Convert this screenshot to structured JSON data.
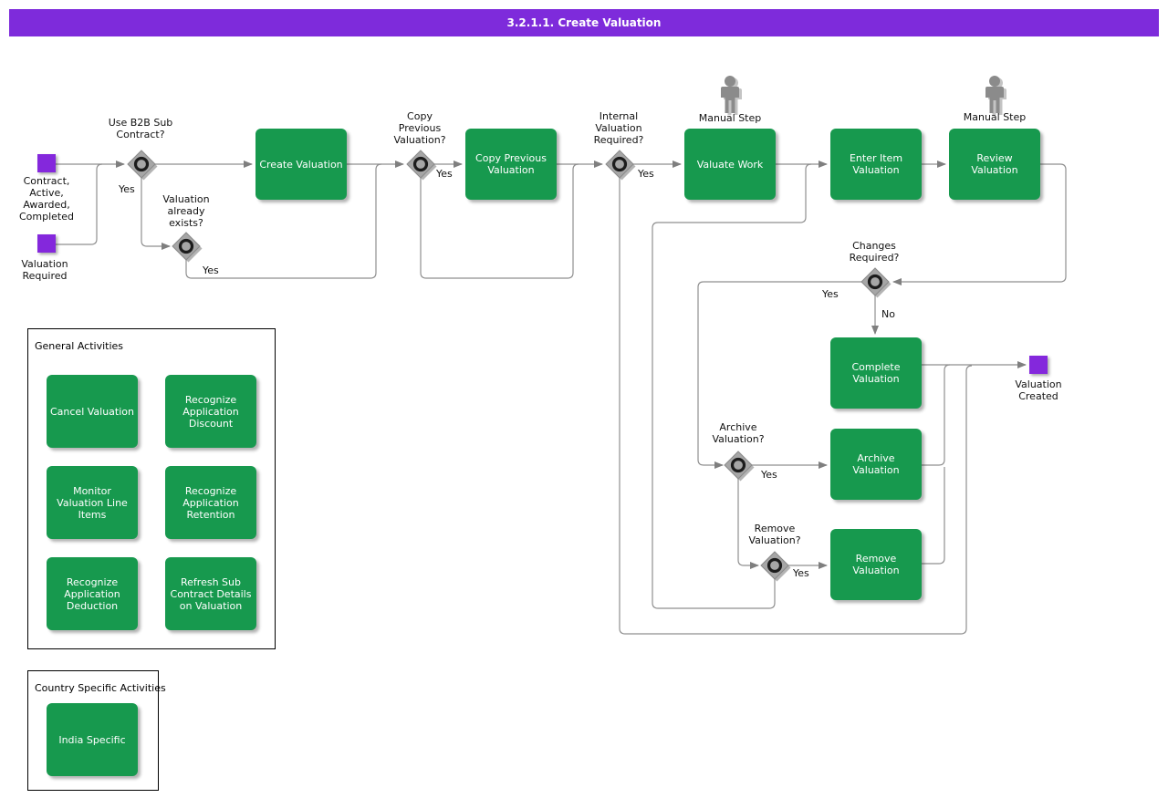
{
  "title_bar": {
    "text": "3.2.1.1. Create Valuation"
  },
  "colors": {
    "title_purple": "#7E2BDB",
    "event_purple": "#8428DC",
    "task_green": "#17994E",
    "connector_gray": "#8F8F8F",
    "gateway_gray": "#A6A6A6",
    "person_gray": "#8B8B8B"
  },
  "events": {
    "contract": "Contract,\nActive,\nAwarded,\nCompleted",
    "valuation_required": "Valuation\nRequired",
    "valuation_created": "Valuation\nCreated"
  },
  "decisions": {
    "use_b2b": "Use B2B Sub\nContract?",
    "already_exists": "Valuation\nalready\nexists?",
    "copy_previous": "Copy\nPrevious\nValuation?",
    "internal_required": "Internal\nValuation\nRequired?",
    "changes_required": "Changes\nRequired?",
    "archive": "Archive\nValuation?",
    "remove": "Remove\nValuation?"
  },
  "tasks": {
    "create_valuation": "Create Valuation",
    "copy_previous_valuation": "Copy Previous\nValuation",
    "valuate_work": "Valuate Work",
    "enter_item_valuation": "Enter Item\nValuation",
    "review_valuation": "Review\nValuation",
    "complete_valuation": "Complete\nValuation",
    "archive_valuation": "Archive\nValuation",
    "remove_valuation": "Remove\nValuation"
  },
  "edge_labels": {
    "b2b_yes": "Yes",
    "exists_yes": "Yes",
    "copy_yes": "Yes",
    "internal_yes": "Yes",
    "changes_yes": "Yes",
    "changes_no": "No",
    "archive_yes": "Yes",
    "remove_yes": "Yes"
  },
  "manual_step": "Manual Step",
  "panels": {
    "general": {
      "title": "General Activities",
      "items": [
        "Cancel Valuation",
        "Recognize\nApplication\nDiscount",
        "Monitor\nValuation Line\nItems",
        "Recognize\nApplication\nRetention",
        "Recognize\nApplication\nDeduction",
        "Refresh Sub\nContract Details\non Valuation"
      ]
    },
    "country": {
      "title": "Country Specific Activities",
      "items": [
        "India Specific"
      ]
    }
  }
}
